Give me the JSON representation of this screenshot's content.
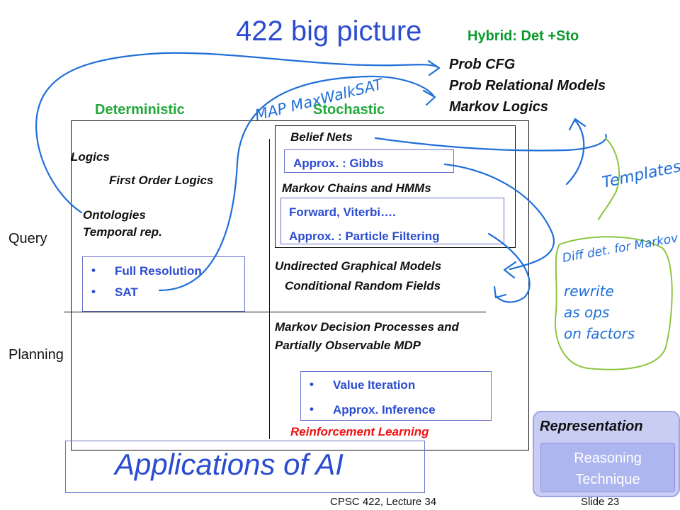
{
  "title": "422 big picture",
  "hybrid": "Hybrid: Det +Sto",
  "hybrid_items": [
    "Prob CFG",
    "Prob  Relational Models",
    "Markov Logics"
  ],
  "columns": {
    "deterministic": "Deterministic",
    "stochastic": "Stochastic"
  },
  "rows": {
    "query": "Query",
    "planning": "Planning"
  },
  "deterministic": {
    "logics": "Logics",
    "first_order": "First Order Logics",
    "ontologies": "Ontologies",
    "temporal": "Temporal rep.",
    "techniques": [
      "Full Resolution",
      "SAT"
    ]
  },
  "stochastic": {
    "belief_nets": "Belief Nets",
    "belief_approx": "Approx. : Gibbs",
    "markov_chains": "Markov Chains and HMMs",
    "markov_forward": "Forward, Viterbi….",
    "markov_approx": "Approx. : Particle Filtering",
    "undirected": "Undirected Graphical Models",
    "crf": "Conditional Random Fields",
    "mdp_line1": "Markov Decision Processes  and",
    "mdp_line2": "Partially Observable MDP",
    "planning_techniques": [
      "Value Iteration",
      "Approx. Inference"
    ],
    "rl": "Reinforcement Learning"
  },
  "applications": "Applications of AI",
  "legend": {
    "representation": "Representation",
    "reasoning": "Reasoning Technique"
  },
  "footer": {
    "course": "CPSC 422, Lecture 34",
    "slide": "Slide 23"
  },
  "annotations": {
    "map_maxwalksat": "MAP MaxWalkSAT",
    "templates": "Templates",
    "diff_det": "Diff det. for Markov Blanket",
    "rewrite": "rewrite as ops on factors"
  },
  "colors": {
    "title_blue": "#2b4ccf",
    "heading_green": "#22a83a",
    "ink_blue": "#1f6fd8",
    "ink_green": "#8cc63f",
    "rl_red": "#e11111"
  }
}
